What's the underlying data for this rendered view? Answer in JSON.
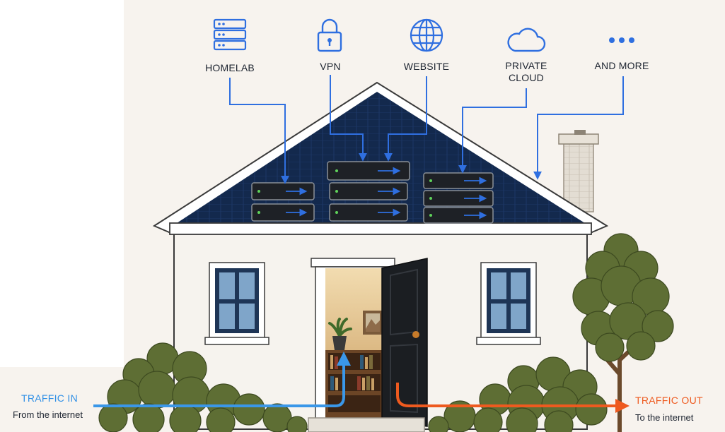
{
  "services": [
    {
      "label": "HOMELAB",
      "icon": "server-stack-icon"
    },
    {
      "label": "VPN",
      "icon": "padlock-icon"
    },
    {
      "label": "WEBSITE",
      "icon": "globe-icon"
    },
    {
      "label": "PRIVATE\nCLOUD",
      "icon": "cloud-icon"
    },
    {
      "label": "AND MORE",
      "icon": "ellipsis-icon"
    }
  ],
  "traffic_in": {
    "title": "TRAFFIC IN",
    "subtitle": "From the internet"
  },
  "traffic_out": {
    "title": "TRAFFIC OUT",
    "subtitle": "To the internet"
  },
  "colors": {
    "service_line": "#2f6fe0",
    "traffic_in": "#3a97e8",
    "traffic_out": "#ee5a1f",
    "attic": "#13294d",
    "wall": "#f6f3ee",
    "door": "#1b1e22",
    "foliage": "#5e6e34"
  }
}
